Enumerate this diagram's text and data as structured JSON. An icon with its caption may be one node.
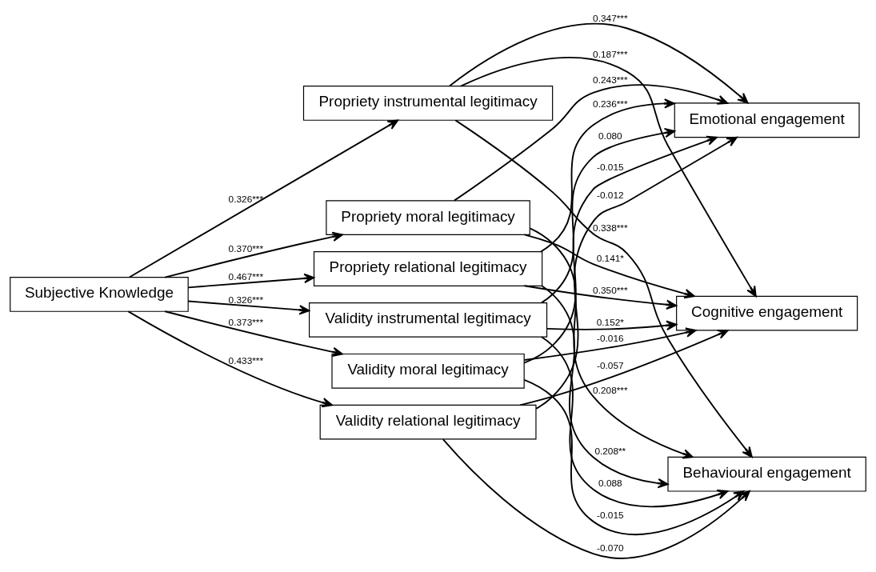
{
  "diagram": {
    "nodes": [
      {
        "text": [
          "Subjective Knowledge"
        ]
      },
      {
        "text": [
          "Propriety instrumental legitimacy"
        ]
      },
      {
        "text": [
          "Propriety moral legitimacy"
        ]
      },
      {
        "text": [
          "Propriety relational legitimacy"
        ]
      },
      {
        "text": [
          "Validity instrumental legitimacy"
        ]
      },
      {
        "text": [
          "Validity moral legitimacy"
        ]
      },
      {
        "text": [
          "Validity relational legitimacy"
        ]
      },
      {
        "text": [
          "Emotional engagement"
        ]
      },
      {
        "text": [
          "Cognitive engagement"
        ]
      },
      {
        "text": [
          "Behavioural engagement"
        ]
      }
    ],
    "edges": [
      {
        "from": 0,
        "to": 1,
        "arrow": "to",
        "label": "0.326***"
      },
      {
        "from": 0,
        "to": 2,
        "arrow": "to",
        "label": "0.370***"
      },
      {
        "from": 0,
        "to": 3,
        "arrow": "to",
        "label": "0.467***"
      },
      {
        "from": 0,
        "to": 4,
        "arrow": "to",
        "label": "0.326***"
      },
      {
        "from": 0,
        "to": 5,
        "arrow": "to",
        "label": "0.373***"
      },
      {
        "from": 0,
        "to": 6,
        "arrow": "to",
        "label": "0.433***"
      },
      {
        "from": 1,
        "to": 7,
        "arrow": "to",
        "label": "0.347***"
      },
      {
        "from": 1,
        "to": 8,
        "arrow": "to",
        "label": "0.187***"
      },
      {
        "from": 1,
        "to": 9,
        "arrow": "to",
        "label": "0.338***"
      },
      {
        "from": 2,
        "to": 7,
        "arrow": "to",
        "label": "0.243***"
      },
      {
        "from": 2,
        "to": 8,
        "arrow": "to",
        "label": "0.141*"
      },
      {
        "from": 2,
        "to": 9,
        "arrow": "to",
        "label": "0.208***"
      },
      {
        "from": 3,
        "to": 7,
        "arrow": "to",
        "label": "0.236***"
      },
      {
        "from": 3,
        "to": 8,
        "arrow": "to",
        "label": "0.350***"
      },
      {
        "from": 3,
        "to": 9,
        "arrow": "to",
        "label": "0.208**"
      },
      {
        "from": 4,
        "to": 7,
        "arrow": "to",
        "label": "0.080"
      },
      {
        "from": 4,
        "to": 8,
        "arrow": "to",
        "label": "0.152*"
      },
      {
        "from": 4,
        "to": 9,
        "arrow": "to",
        "label": "0.088"
      },
      {
        "from": 5,
        "to": 7,
        "arrow": "to",
        "label": "-0.015"
      },
      {
        "from": 5,
        "to": 8,
        "arrow": "to",
        "label": "-0.016"
      },
      {
        "from": 5,
        "to": 9,
        "arrow": "to",
        "label": "-0.015"
      },
      {
        "from": 6,
        "to": 7,
        "arrow": "to",
        "label": "-0.012"
      },
      {
        "from": 6,
        "to": 8,
        "arrow": "to",
        "label": "-0.057"
      },
      {
        "from": 6,
        "to": 9,
        "arrow": "to",
        "label": "-0.070"
      }
    ]
  }
}
